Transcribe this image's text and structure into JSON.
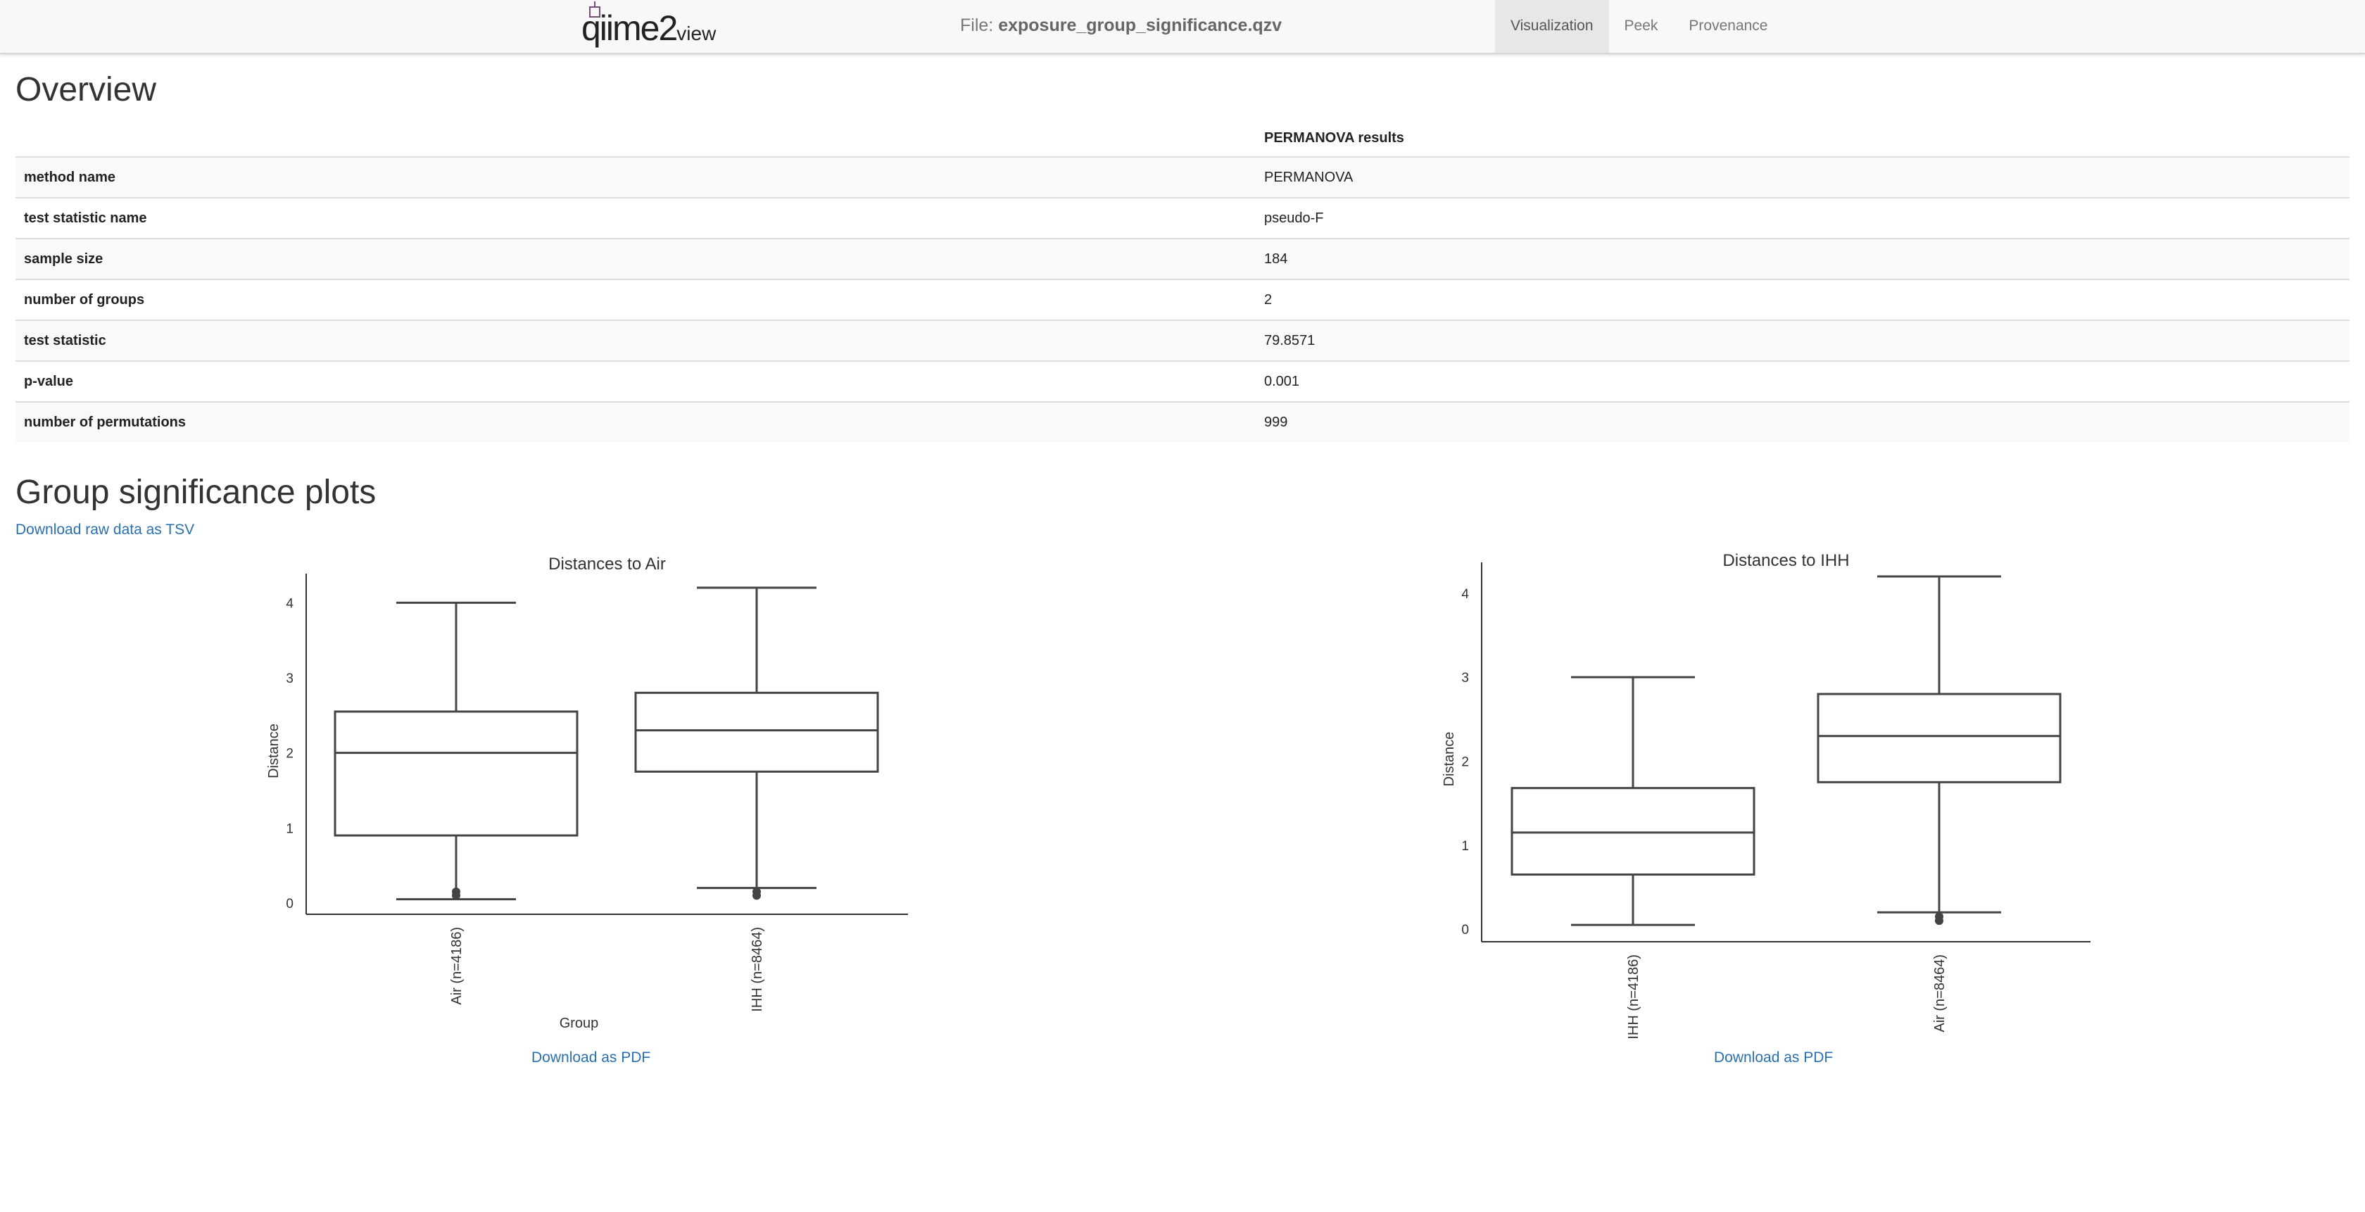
{
  "nav": {
    "brand_main": "qiime2",
    "brand_sub": "view",
    "file_prefix": "File:",
    "file_name": "exposure_group_significance.qzv",
    "tabs": [
      {
        "label": "Visualization",
        "active": true
      },
      {
        "label": "Peek",
        "active": false
      },
      {
        "label": "Provenance",
        "active": false
      }
    ]
  },
  "overview": {
    "heading": "Overview",
    "column_header": "PERMANOVA results",
    "rows": [
      {
        "label": "method name",
        "value": "PERMANOVA"
      },
      {
        "label": "test statistic name",
        "value": "pseudo-F"
      },
      {
        "label": "sample size",
        "value": "184"
      },
      {
        "label": "number of groups",
        "value": "2"
      },
      {
        "label": "test statistic",
        "value": "79.8571"
      },
      {
        "label": "p-value",
        "value": "0.001"
      },
      {
        "label": "number of permutations",
        "value": "999"
      }
    ]
  },
  "plots": {
    "heading": "Group significance plots",
    "download_tsv": "Download raw data as TSV",
    "download_pdf": "Download as PDF"
  },
  "chart_data": [
    {
      "type": "box",
      "title": "Distances to Air",
      "xlabel": "Group",
      "ylabel": "Distance",
      "ylim": [
        -0.15,
        4.2
      ],
      "yticks": [
        0,
        1,
        2,
        3,
        4
      ],
      "categories": [
        "Air (n=4186)",
        "IHH (n=8464)"
      ],
      "boxes": [
        {
          "whisker_low": 0.05,
          "q1": 0.9,
          "median": 2.0,
          "q3": 2.55,
          "whisker_high": 4.0,
          "outliers": [
            0.1,
            0.15
          ]
        },
        {
          "whisker_low": 0.2,
          "q1": 1.75,
          "median": 2.3,
          "q3": 2.8,
          "whisker_high": 4.2,
          "outliers": [
            0.1,
            0.15
          ]
        }
      ],
      "grid": false
    },
    {
      "type": "box",
      "title": "Distances to IHH",
      "xlabel": "",
      "ylabel": "Distance",
      "ylim": [
        -0.15,
        4.2
      ],
      "yticks": [
        0,
        1,
        2,
        3,
        4
      ],
      "categories": [
        "IHH (n=4186)",
        "Air (n=8464)"
      ],
      "boxes": [
        {
          "whisker_low": 0.05,
          "q1": 0.65,
          "median": 1.15,
          "q3": 1.68,
          "whisker_high": 3.0,
          "outliers": []
        },
        {
          "whisker_low": 0.2,
          "q1": 1.75,
          "median": 2.3,
          "q3": 2.8,
          "whisker_high": 4.2,
          "outliers": [
            0.1,
            0.15
          ]
        }
      ],
      "grid": false
    }
  ],
  "colors": {
    "link": "#2a6fb0",
    "box_stroke": "#444444",
    "axis": "#333333"
  }
}
